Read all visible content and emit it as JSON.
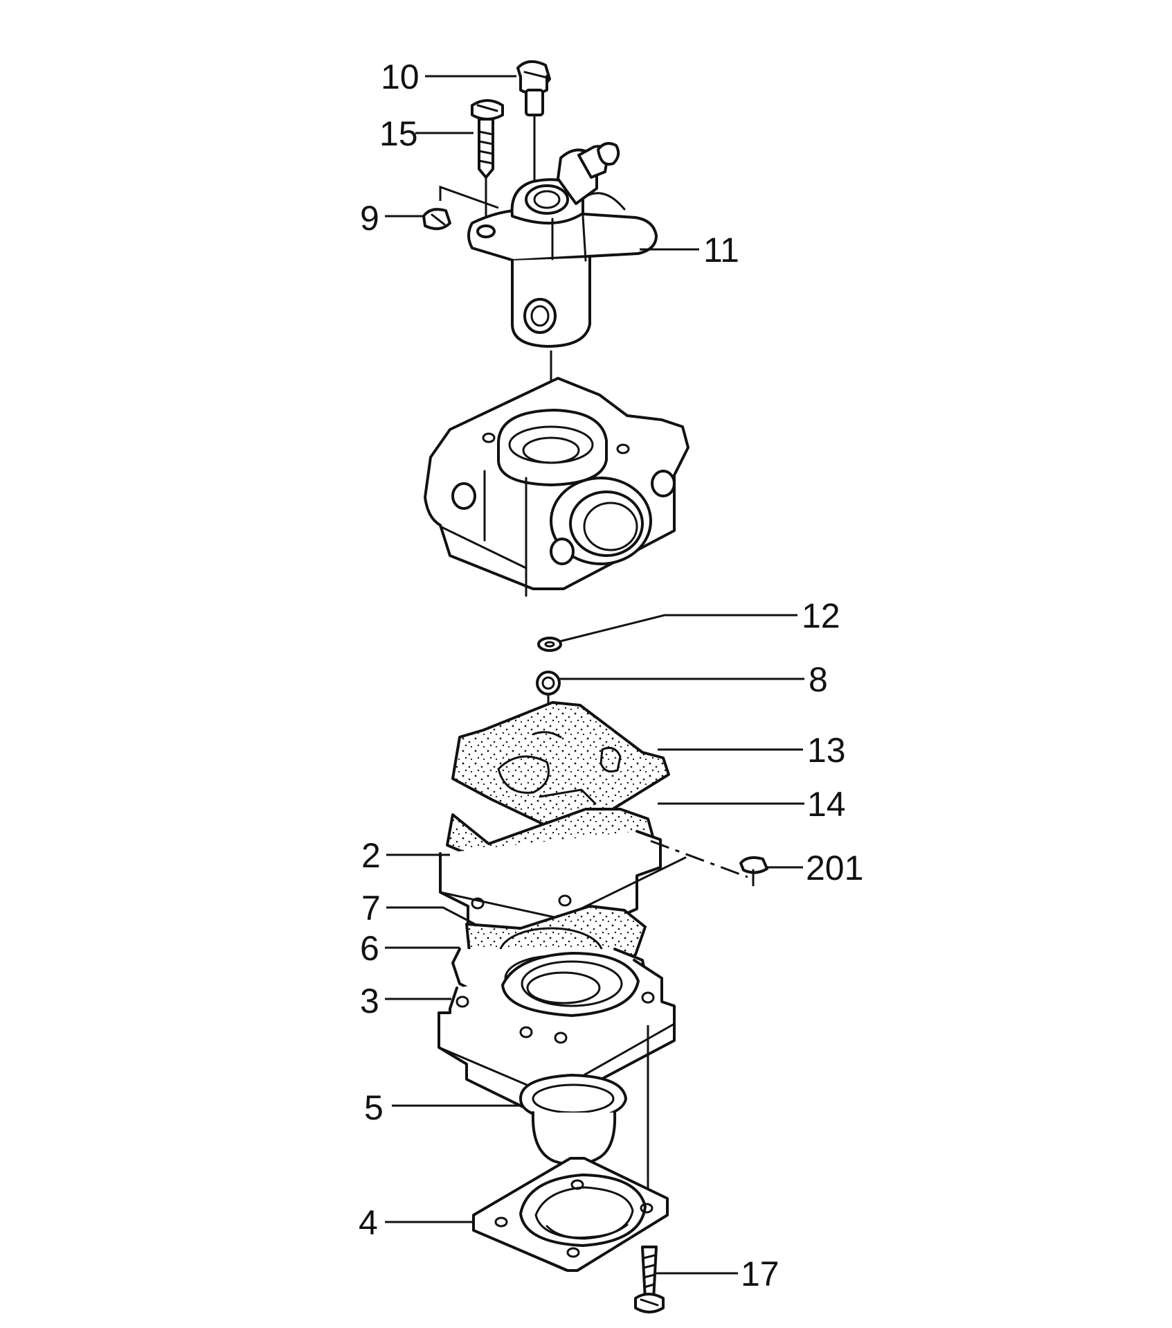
{
  "callouts": [
    {
      "id": "c10",
      "label": "10"
    },
    {
      "id": "c15",
      "label": "15"
    },
    {
      "id": "c9",
      "label": "9"
    },
    {
      "id": "c11",
      "label": "11"
    },
    {
      "id": "c12",
      "label": "12"
    },
    {
      "id": "c8",
      "label": "8"
    },
    {
      "id": "c13",
      "label": "13"
    },
    {
      "id": "c14",
      "label": "14"
    },
    {
      "id": "c2",
      "label": "2"
    },
    {
      "id": "c201",
      "label": "201"
    },
    {
      "id": "c7",
      "label": "7"
    },
    {
      "id": "c6",
      "label": "6"
    },
    {
      "id": "c3",
      "label": "3"
    },
    {
      "id": "c5",
      "label": "5"
    },
    {
      "id": "c4",
      "label": "4"
    },
    {
      "id": "c17",
      "label": "17"
    }
  ],
  "colors": {
    "ink": "#111111",
    "background": "#ffffff"
  }
}
